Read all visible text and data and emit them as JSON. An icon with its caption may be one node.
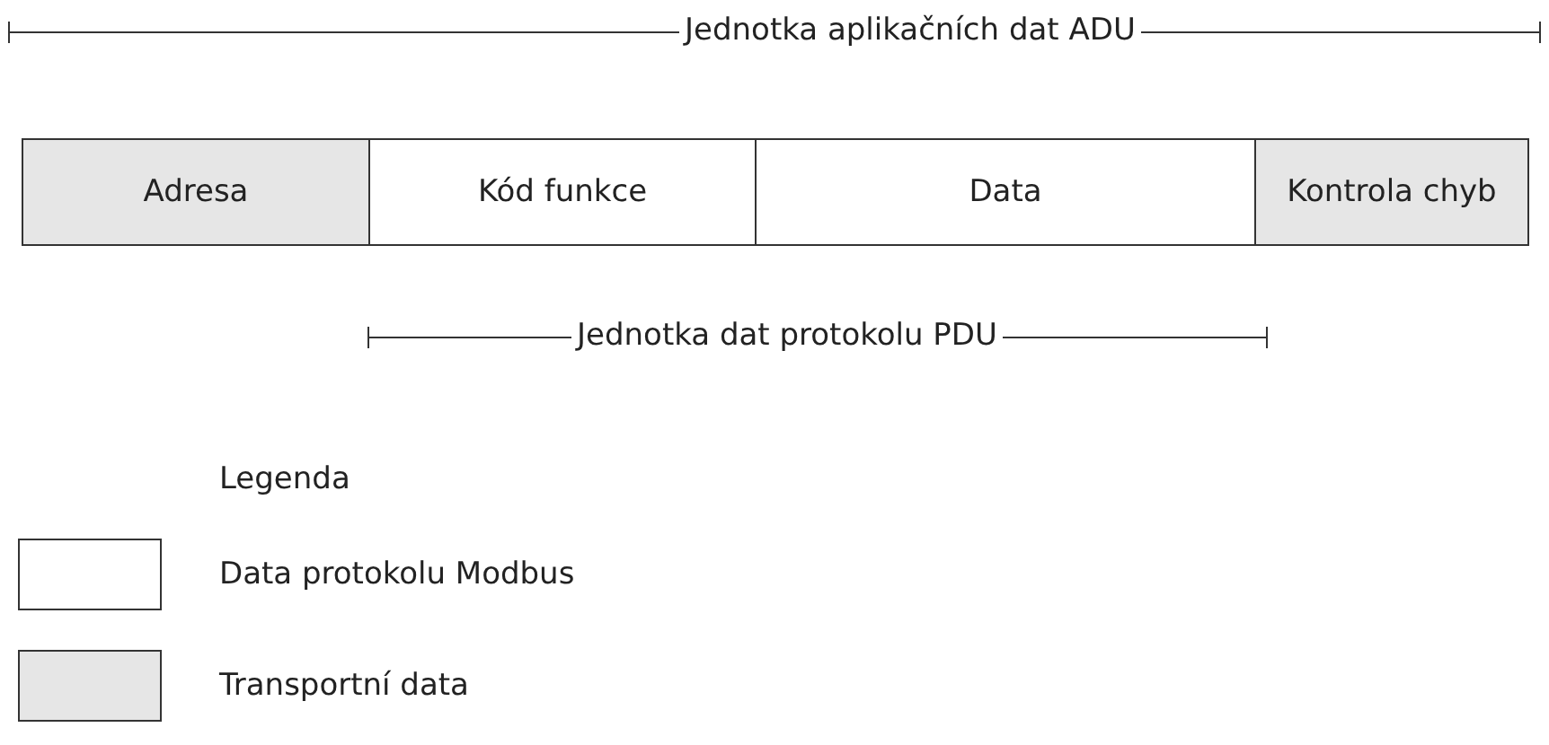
{
  "diagram": {
    "nodes": [
      {
        "text": [
          "Adresa"
        ]
      },
      {
        "text": [
          "Kód funkce"
        ]
      },
      {
        "text": [
          "Data"
        ]
      },
      {
        "text": [
          "Kontrola chyb"
        ]
      }
    ],
    "edges": [],
    "labels": [
      "Jednotka aplikačních dat ADU",
      "Jednotka dat protokolu PDU",
      "Legenda"
    ],
    "legend": [
      {
        "text": "Data protokolu Modbus",
        "color": "#ffffff"
      },
      {
        "text": "Transportní data",
        "color": "#e6e6e6"
      }
    ]
  }
}
